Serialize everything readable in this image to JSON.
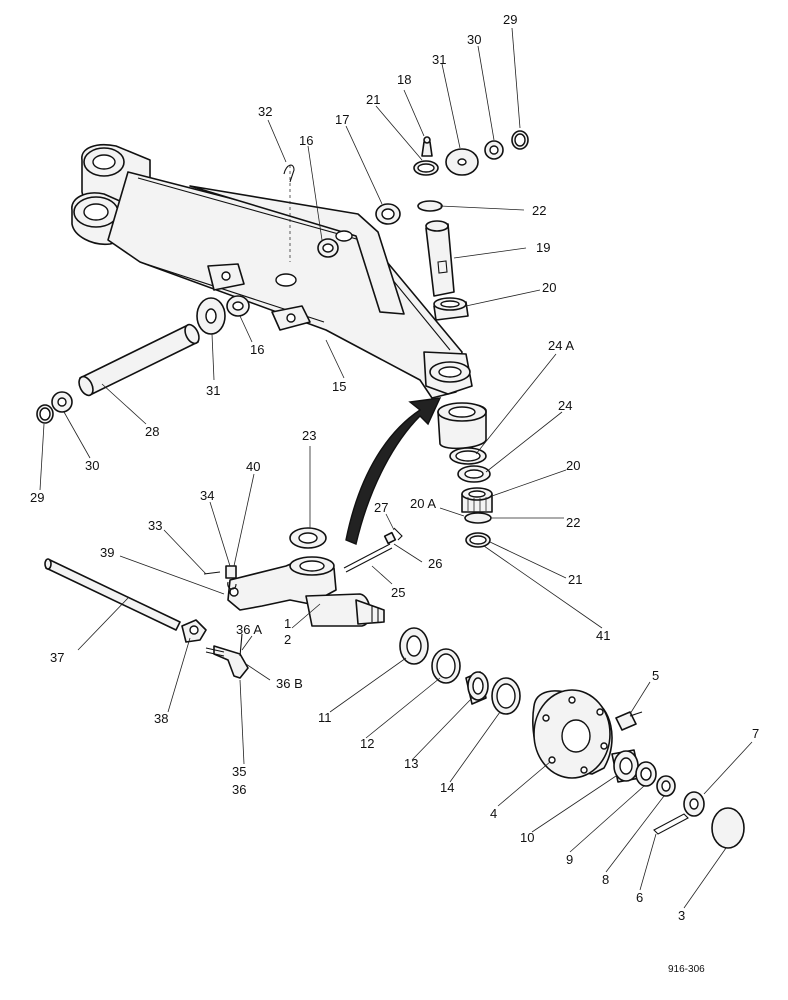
{
  "figure_code": "916-306",
  "callouts": [
    {
      "id": "c29a",
      "text": "29"
    },
    {
      "id": "c30a",
      "text": "30"
    },
    {
      "id": "c31a",
      "text": "31"
    },
    {
      "id": "c18",
      "text": "18"
    },
    {
      "id": "c21a",
      "text": "21"
    },
    {
      "id": "c17",
      "text": "17"
    },
    {
      "id": "c32",
      "text": "32"
    },
    {
      "id": "c16a",
      "text": "16"
    },
    {
      "id": "c22a",
      "text": "22"
    },
    {
      "id": "c19",
      "text": "19"
    },
    {
      "id": "c20a",
      "text": "20"
    },
    {
      "id": "c16b",
      "text": "16"
    },
    {
      "id": "c31b",
      "text": "31"
    },
    {
      "id": "c15",
      "text": "15"
    },
    {
      "id": "c24A",
      "text": "24 A"
    },
    {
      "id": "c24",
      "text": "24"
    },
    {
      "id": "c28",
      "text": "28"
    },
    {
      "id": "c30b",
      "text": "30"
    },
    {
      "id": "c29b",
      "text": "29"
    },
    {
      "id": "c23",
      "text": "23"
    },
    {
      "id": "c40",
      "text": "40"
    },
    {
      "id": "c20b",
      "text": "20"
    },
    {
      "id": "c34",
      "text": "34"
    },
    {
      "id": "c20A",
      "text": "20 A"
    },
    {
      "id": "c27",
      "text": "27"
    },
    {
      "id": "c22b",
      "text": "22"
    },
    {
      "id": "c33",
      "text": "33"
    },
    {
      "id": "c39",
      "text": "39"
    },
    {
      "id": "c26",
      "text": "26"
    },
    {
      "id": "c21b",
      "text": "21"
    },
    {
      "id": "c25",
      "text": "25"
    },
    {
      "id": "c1",
      "text": "1"
    },
    {
      "id": "c2",
      "text": "2"
    },
    {
      "id": "c36A",
      "text": "36 A"
    },
    {
      "id": "c41",
      "text": "41"
    },
    {
      "id": "c37",
      "text": "37"
    },
    {
      "id": "c36B",
      "text": "36 B"
    },
    {
      "id": "c5",
      "text": "5"
    },
    {
      "id": "c7",
      "text": "7"
    },
    {
      "id": "c11",
      "text": "11"
    },
    {
      "id": "c38",
      "text": "38"
    },
    {
      "id": "c12",
      "text": "12"
    },
    {
      "id": "c13",
      "text": "13"
    },
    {
      "id": "c35",
      "text": "35"
    },
    {
      "id": "c36",
      "text": "36"
    },
    {
      "id": "c14",
      "text": "14"
    },
    {
      "id": "c4",
      "text": "4"
    },
    {
      "id": "c10",
      "text": "10"
    },
    {
      "id": "c9",
      "text": "9"
    },
    {
      "id": "c8",
      "text": "8"
    },
    {
      "id": "c6",
      "text": "6"
    },
    {
      "id": "c3",
      "text": "3"
    }
  ]
}
